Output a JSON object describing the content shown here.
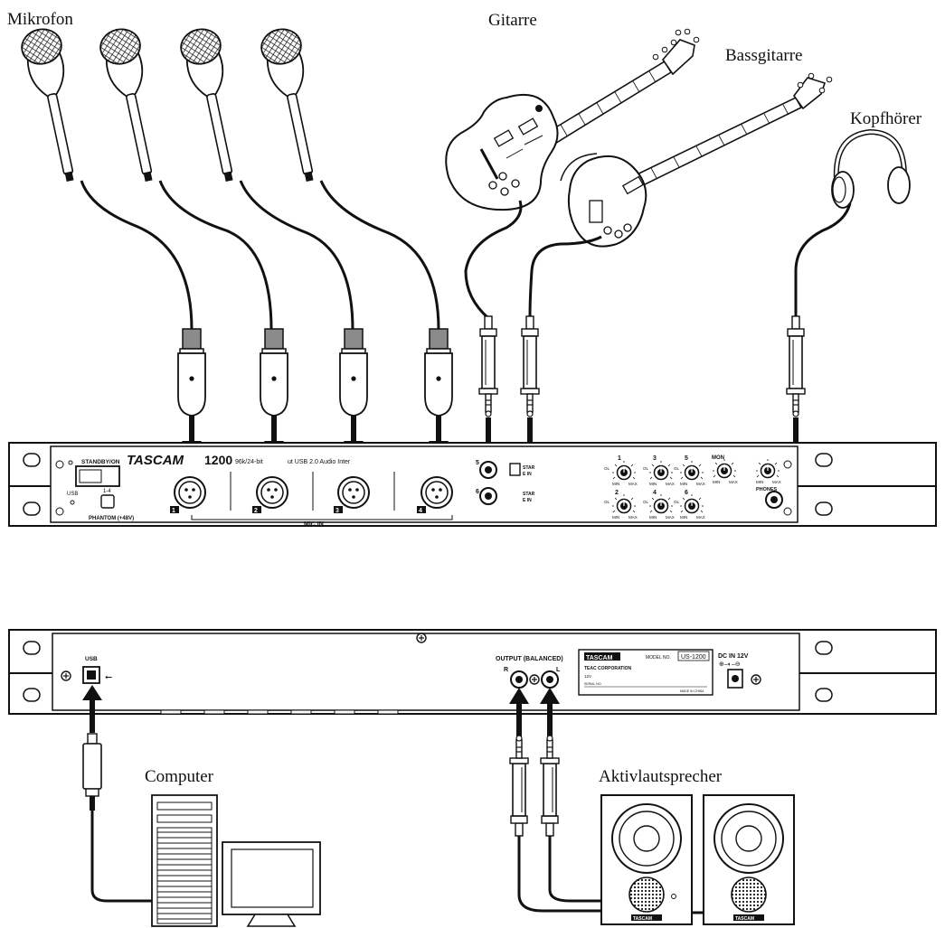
{
  "labels": {
    "microphone": "Mikrofon",
    "guitar": "Gitarre",
    "bass": "Bassgitarre",
    "headphones": "Kopfhörer",
    "computer": "Computer",
    "speakers": "Aktivlautsprecher"
  },
  "front_panel": {
    "brand": "TASCAM",
    "model_partial": "1200",
    "subtitle": "96k/24-bit",
    "subtitle2": "ut USB 2.0 Audio Inter",
    "standby": "STANDBY/ON",
    "usb": "USB",
    "phantom_group": "1-4",
    "phantom": "PHANTOM (+48V)",
    "mic_in": "MIC IN",
    "mic_numbers": [
      "1",
      "2",
      "3",
      "4"
    ],
    "line_numbers": [
      "5",
      "6"
    ],
    "guitar_switch": "STAR",
    "guitar_switch2": "E IN",
    "knob_numbers_top": [
      "1",
      "3",
      "5"
    ],
    "knob_numbers_bottom": [
      "2",
      "4",
      "6"
    ],
    "mon": "MON",
    "min": "MIN",
    "max": "MAX",
    "ol": "OL",
    "phones": "PHONES"
  },
  "rear_panel": {
    "usb": "USB",
    "output": "OUTPUT (BALANCED)",
    "r": "R",
    "l": "L",
    "brand": "TASCAM",
    "model_no_label": "MODEL NO.",
    "model_no": "US-1200",
    "company": "TEAC CORPORATION",
    "voltage": "12V",
    "serial": "SERIAL NO.",
    "made_in": "MADE IN CHINA",
    "dc_in": "DC IN 12V"
  },
  "speaker_brand": "TASCAM",
  "colors": {
    "ink": "#111111",
    "paper": "#ffffff",
    "grey": "#8a8a8a"
  }
}
